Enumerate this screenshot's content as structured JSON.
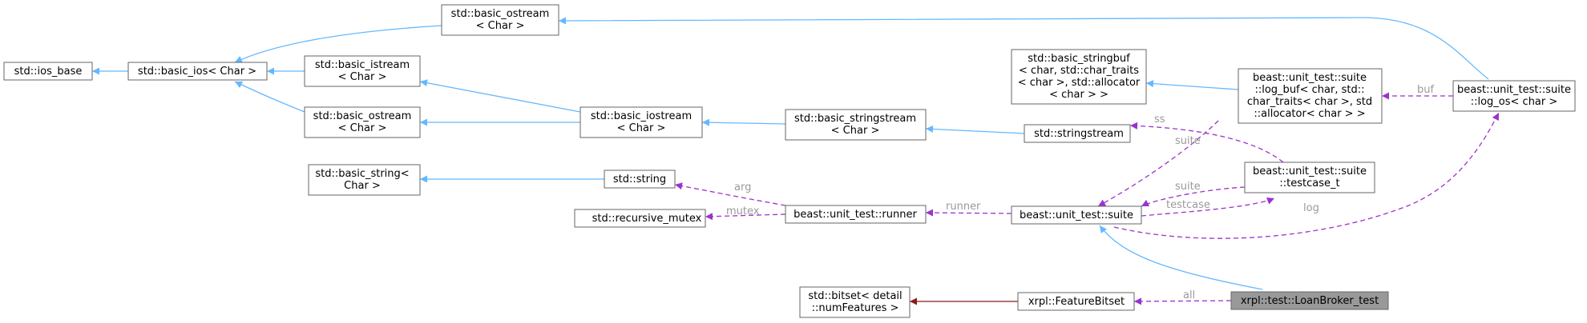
{
  "colors": {
    "inheritance": "#63b8ff",
    "usage": "#9a32cd",
    "template": "#8b1a1a",
    "highlight_node": "#999999"
  },
  "nodes": {
    "ios_base": [
      "std::ios_base"
    ],
    "basic_ios": [
      "std::basic_ios< Char >"
    ],
    "ostream_top": [
      "std::basic_ostream",
      "< Char >"
    ],
    "istream": [
      "std::basic_istream",
      "< Char >"
    ],
    "ostream_mid": [
      "std::basic_ostream",
      "< Char >"
    ],
    "iostream": [
      "std::basic_iostream",
      "< Char >"
    ],
    "stringstream_tpl": [
      "std::basic_stringstream",
      "< Char >"
    ],
    "stringstream": [
      "std::stringstream"
    ],
    "stringbuf": [
      "std::basic_stringbuf",
      "< char, std::char_traits",
      "< char >, std::allocator",
      "< char > >"
    ],
    "log_buf": [
      "beast::unit_test::suite",
      "::log_buf< char, std::",
      "char_traits< char >, std",
      "::allocator< char > >"
    ],
    "log_os": [
      "beast::unit_test::suite",
      "::log_os< char >"
    ],
    "basic_string": [
      "std::basic_string<",
      "Char >"
    ],
    "string": [
      "std::string"
    ],
    "recursive_mutex": [
      "std::recursive_mutex"
    ],
    "runner": [
      "beast::unit_test::runner"
    ],
    "suite": [
      "beast::unit_test::suite"
    ],
    "testcase": [
      "beast::unit_test::suite",
      "::testcase_t"
    ],
    "bitset": [
      "std::bitset< detail",
      "::numFeatures >"
    ],
    "feature_bitset": [
      "xrpl::FeatureBitset"
    ],
    "loan_broker_test": [
      "xrpl::test::LoanBroker_test"
    ]
  },
  "edge_labels": {
    "buf": "buf",
    "ss": "ss",
    "suite_from_logbuf": "suite",
    "suite_from_testcase": "suite",
    "testcase": "testcase",
    "log": "log",
    "arg": "arg",
    "mutex": "mutex",
    "runner": "runner",
    "all": "all"
  }
}
